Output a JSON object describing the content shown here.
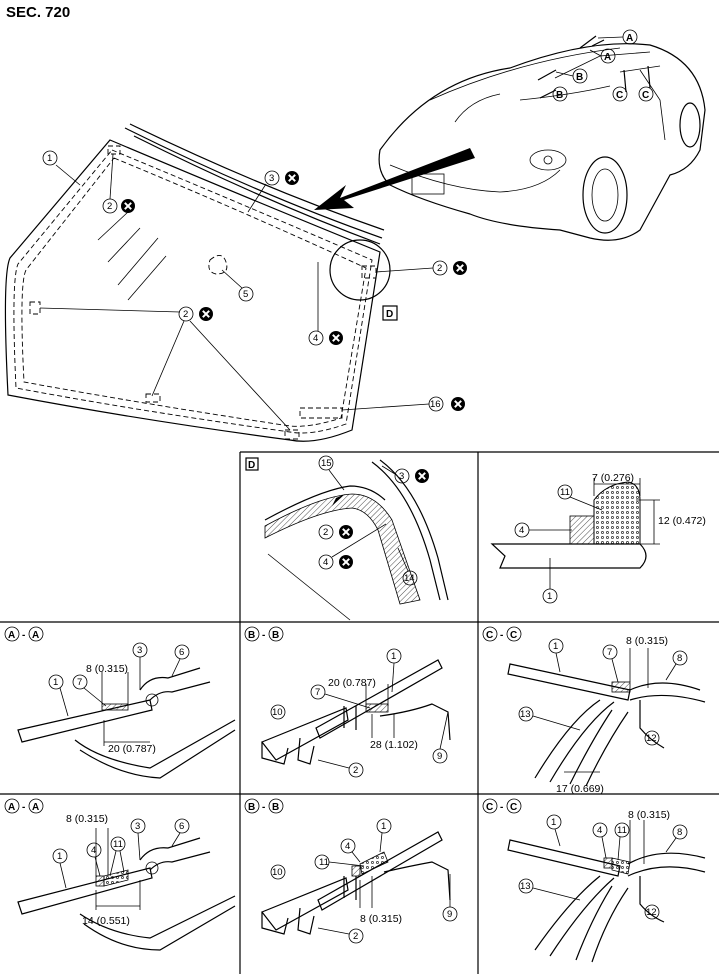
{
  "section": "SEC. 720",
  "top": {
    "glass_label": "1",
    "molding_label": "3",
    "clip_label": "2",
    "dam_label": "4",
    "spacer_label": "5",
    "seal_label": "16",
    "detail_ref": "D",
    "car_marks": [
      "A",
      "A",
      "B",
      "B",
      "C",
      "C"
    ]
  },
  "detail_d": {
    "title": "D",
    "labels": [
      "15",
      "3",
      "2",
      "4",
      "14"
    ]
  },
  "urethane_panel": {
    "width": "7 (0.276)",
    "height": "12 (0.472)",
    "labels": [
      "11",
      "4",
      "1"
    ]
  },
  "sections": [
    {
      "id": "A-A-1",
      "letter": "A",
      "labels": [
        "1",
        "7",
        "3",
        "6"
      ],
      "dims": [
        "8 (0.315)",
        "20 (0.787)"
      ]
    },
    {
      "id": "B-B-1",
      "letter": "B",
      "labels": [
        "1",
        "7",
        "10",
        "2",
        "9"
      ],
      "dims": [
        "20 (0.787)",
        "28 (1.102)"
      ]
    },
    {
      "id": "C-C-1",
      "letter": "C",
      "labels": [
        "1",
        "7",
        "8",
        "13",
        "12"
      ],
      "dims": [
        "8 (0.315)",
        "17 (0.669)"
      ]
    },
    {
      "id": "A-A-2",
      "letter": "A",
      "labels": [
        "1",
        "4",
        "11",
        "3",
        "6"
      ],
      "dims": [
        "8 (0.315)",
        "14 (0.551)"
      ]
    },
    {
      "id": "B-B-2",
      "letter": "B",
      "labels": [
        "1",
        "4",
        "11",
        "10",
        "2",
        "9"
      ],
      "dims": [
        "8 (0.315)"
      ]
    },
    {
      "id": "C-C-2",
      "letter": "C",
      "labels": [
        "1",
        "4",
        "11",
        "8",
        "13",
        "12"
      ],
      "dims": [
        "8 (0.315)"
      ]
    }
  ],
  "icons": [
    "do-not-reuse-icon",
    "circled-number-icon",
    "boxed-letter-icon"
  ]
}
